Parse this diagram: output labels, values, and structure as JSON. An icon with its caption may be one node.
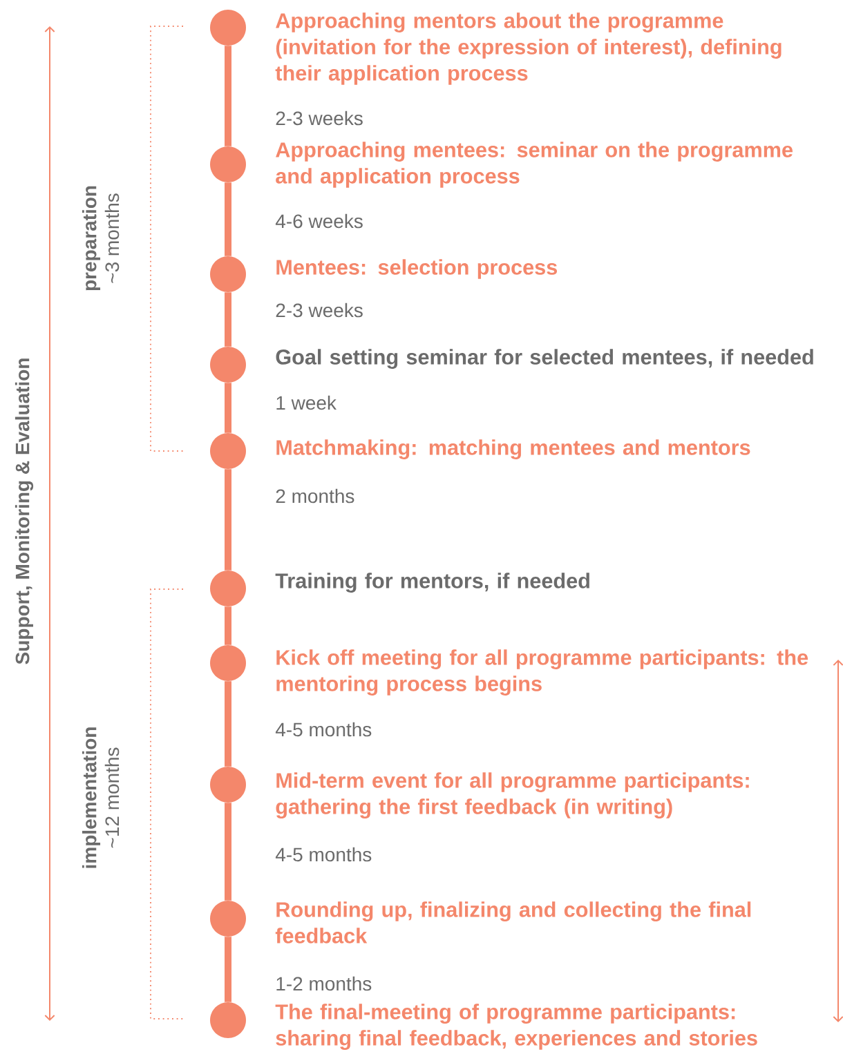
{
  "diagram": {
    "nodes": [
      {
        "text": [],
        "shape": "circle",
        "beside": [
          "Approaching mentors about the programme (invitation for the expression of interest), defining their application process"
        ]
      },
      {
        "text": [],
        "shape": "circle",
        "beside": [
          "Approaching mentees: seminar on the programme and application process"
        ]
      },
      {
        "text": [],
        "shape": "circle",
        "beside": [
          "Mentees: selection process"
        ]
      },
      {
        "text": [],
        "shape": "circle",
        "beside": [
          "Goal setting seminar for selected mentees, if needed"
        ]
      },
      {
        "text": [],
        "shape": "circle",
        "beside": [
          "Matchmaking: matching mentees and mentors"
        ]
      },
      {
        "text": [],
        "shape": "circle",
        "beside": [
          "Training for mentors, if needed"
        ]
      },
      {
        "text": [],
        "shape": "circle",
        "beside": [
          "Kick off meeting for all programme participants: the  mentoring process begins"
        ]
      },
      {
        "text": [],
        "shape": "circle",
        "beside": [
          "Mid-term event for all programme participants: gathering the first feedback (in writing)"
        ]
      },
      {
        "text": [],
        "shape": "circle",
        "beside": [
          "Rounding up, finalizing and collecting the final feedback"
        ]
      },
      {
        "text": [],
        "shape": "circle",
        "beside": [
          "The final-meeting of programme participants: sharing final feedback, experiences and stories"
        ]
      }
    ],
    "edges": [
      {
        "from": 0,
        "to": 1,
        "arrow": "none",
        "label": "2-3 weeks"
      },
      {
        "from": 1,
        "to": 2,
        "arrow": "none",
        "label": "4-6 weeks"
      },
      {
        "from": 2,
        "to": 3,
        "arrow": "none",
        "label": "2-3 weeks"
      },
      {
        "from": 3,
        "to": 4,
        "arrow": "none",
        "label": "1 week"
      },
      {
        "from": 4,
        "to": 5,
        "arrow": "none",
        "label": "2 months"
      },
      {
        "from": 5,
        "to": 6,
        "arrow": "none"
      },
      {
        "from": 6,
        "to": 7,
        "arrow": "none",
        "label": "4-5 months"
      },
      {
        "from": 7,
        "to": 8,
        "arrow": "none",
        "label": "4-5 months"
      },
      {
        "from": 8,
        "to": 9,
        "arrow": "none",
        "label": "1-2 months"
      }
    ],
    "labels": [
      "Support, Monitoring & Evaluation",
      "preparation",
      "~3 months",
      "implementation",
      "~12 months"
    ]
  }
}
